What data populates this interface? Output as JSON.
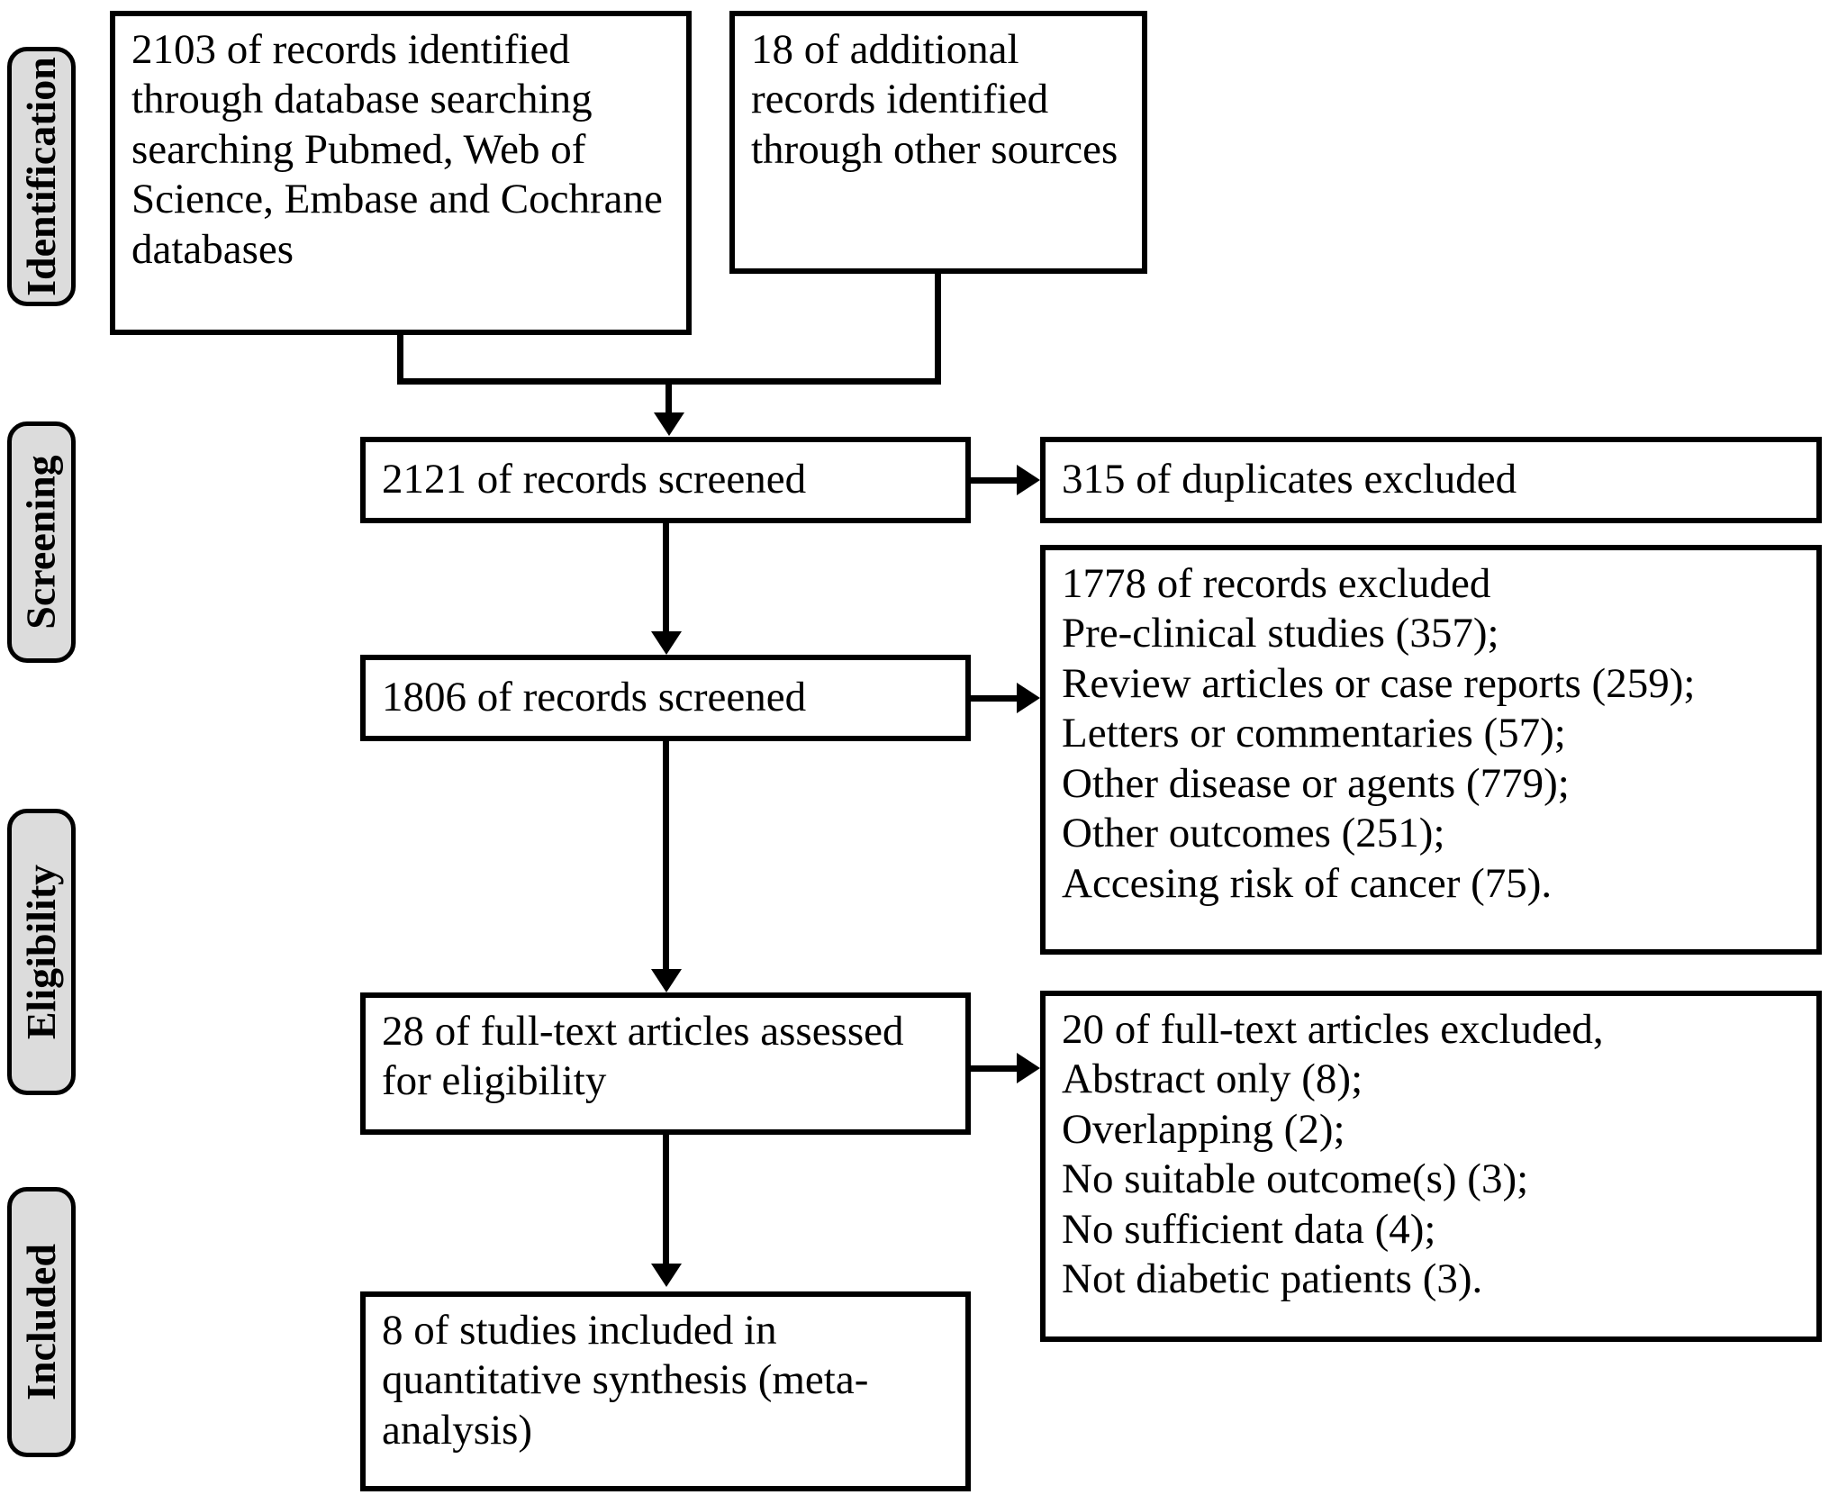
{
  "diagram": {
    "type": "PRISMA flow diagram",
    "stages": [
      {
        "id": "identification",
        "label": "Identification"
      },
      {
        "id": "screening",
        "label": "Screening"
      },
      {
        "id": "eligibility",
        "label": "Eligibility"
      },
      {
        "id": "included",
        "label": "Included"
      }
    ],
    "boxes": [
      {
        "id": "records-identified-database",
        "text": "2103 of records identified through database searching searching Pubmed, Web of Science, Embase and Cochrane databases",
        "count": 2103
      },
      {
        "id": "records-identified-other",
        "text": "18 of additional records identified through other sources",
        "count": 18
      },
      {
        "id": "records-screened-2121",
        "text": "2121 of records screened",
        "count": 2121
      },
      {
        "id": "duplicates-excluded",
        "text": "315 of duplicates excluded",
        "count": 315
      },
      {
        "id": "records-screened-1806",
        "text": "1806 of records screened",
        "count": 1806
      },
      {
        "id": "records-excluded-1778",
        "text": "1778 of records excluded\nPre-clinical studies (357);\nReview articles or case reports (259);\nLetters or commentaries (57);\nOther disease or agents (779);\nOther outcomes (251);\nAccesing risk of cancer (75).",
        "count": 1778,
        "reasons": [
          {
            "label": "Pre-clinical studies",
            "count": 357
          },
          {
            "label": "Review articles or case reports",
            "count": 259
          },
          {
            "label": "Letters or commentaries",
            "count": 57
          },
          {
            "label": "Other disease or agents",
            "count": 779
          },
          {
            "label": "Other outcomes",
            "count": 251
          },
          {
            "label": "Accesing risk of cancer",
            "count": 75
          }
        ]
      },
      {
        "id": "fulltext-assessed",
        "text": "28 of full-text articles assessed for eligibility",
        "count": 28
      },
      {
        "id": "fulltext-excluded",
        "text": "20 of full-text articles excluded,\nAbstract only (8);\nOverlapping (2);\nNo suitable outcome(s) (3);\nNo sufficient data (4);\nNot diabetic patients (3).",
        "count": 20,
        "reasons": [
          {
            "label": "Abstract only",
            "count": 8
          },
          {
            "label": "Overlapping",
            "count": 2
          },
          {
            "label": "No suitable outcome(s)",
            "count": 3
          },
          {
            "label": "No sufficient data",
            "count": 4
          },
          {
            "label": "Not diabetic patients",
            "count": 3
          }
        ]
      },
      {
        "id": "studies-included",
        "text": "8 of studies included in quantitative synthesis (meta-analysis)",
        "count": 8
      }
    ],
    "colors": {
      "stage_bar_fill": "#dcdcdc",
      "stroke": "#000000",
      "box_fill": "#ffffff",
      "text": "#000000"
    }
  }
}
